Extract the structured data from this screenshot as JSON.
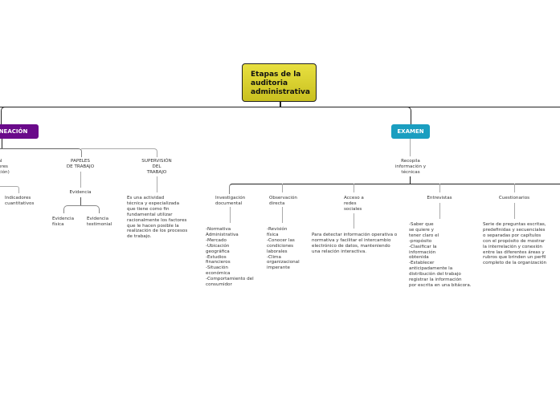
{
  "root": {
    "title": "Etapas de la\nauditoria\nadministrativa"
  },
  "colors": {
    "planeacion": "#6a0a8a",
    "examen": "#1a9ec0",
    "root": "#e0d830"
  },
  "planeacion": {
    "label": "PLANEACIÓN",
    "partial_item": "N\nores\nción)",
    "indicadores": "Indicadores\ncuantitativos",
    "papeles": "PAPELES\nDE TRABAJO",
    "evidencia": "Evidencia",
    "evidencia_fisica": "Evidencia\nfísica",
    "evidencia_testimonial": "Evidencia\ntestimonial",
    "supervision": "SUPERVISIÓN\nDEL\nTRABAJO",
    "supervision_desc": "Es una actividad\ntécnica y especializada\nque tiene como fin\nfundamental utilizar\nracionalmente los factores\nque le hacen posible la\nrealización de los procesos\nde trabajo."
  },
  "examen": {
    "label": "EXAMEN",
    "recopila": "Recopila\ninformación y\ntécnicas",
    "items": [
      {
        "label": "Investigación\ndocumental",
        "desc": "-Normativa\nAdministrativa\n-Mercado\n-Ubicación\ngeográfica\n-Estudios\nfinancieros\n-Situación\neconómica\n-Comportamiento del\nconsumidor"
      },
      {
        "label": "Observación\ndirecta",
        "desc": "-Revisión\n física\n-Conocer las\ncondiciones\nlaborales\n-Clima\norganizacional\nimperante"
      },
      {
        "label": "Acceso a\nredes\nsociales",
        "desc": "Para detectar información operativa o\nnormativa y facilitar el intercambio\nelectrónico de datos, manteniendo\nuna relación interactiva."
      },
      {
        "label": "Entrevistas",
        "desc": "-Saber que\nse quiere y\ntener claro el\n-propósito\n-Clasificar la\ninformación\nobtenida\n-Establecer\nanticipadamente la\ndistribución del trabajo\nregistrar la información\npor escrita en una bitácora."
      },
      {
        "label": "Cuestionarios",
        "desc": "Serie de preguntas escritas,\npredefinidas y secuenciales\no separadas por capítulos\ncon el propósito de mostrar\nla interrelación y conexión\nentre las diferentes áreas y\nrubros que brinden un perfil\ncompleto de la organización"
      }
    ]
  }
}
